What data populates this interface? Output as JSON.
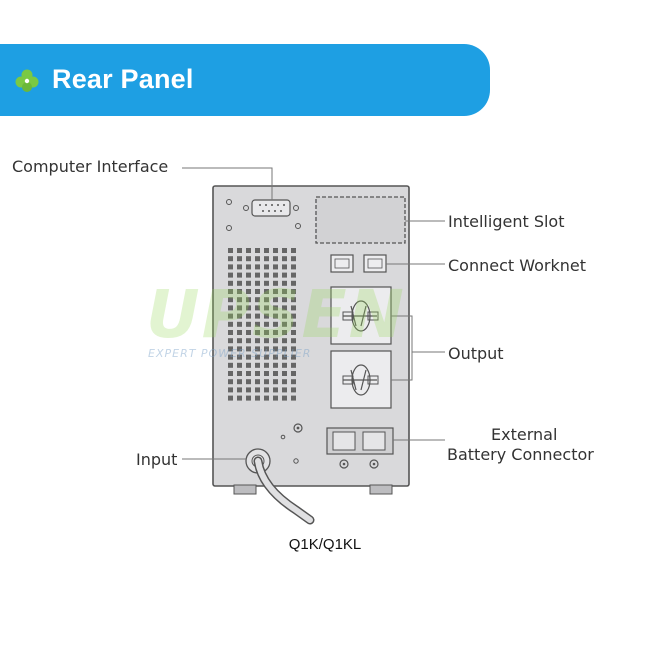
{
  "header": {
    "title": "Rear Panel",
    "icon": "clover-icon",
    "bar_color": "#1e9fe3",
    "icon_color": "#7ac943"
  },
  "diagram": {
    "labels": {
      "computer_interface": "Computer Interface",
      "intelligent_slot": "Intelligent Slot",
      "connect_worknet": "Connect Worknet",
      "output": "Output",
      "input": "Input",
      "external_battery_line1": "External",
      "external_battery_line2": "Battery Connector"
    },
    "watermark": {
      "brand": "UPSEN",
      "tagline": "EXPERT POWER SUPPLIER"
    },
    "model_caption": "Q1K/Q1KL"
  }
}
